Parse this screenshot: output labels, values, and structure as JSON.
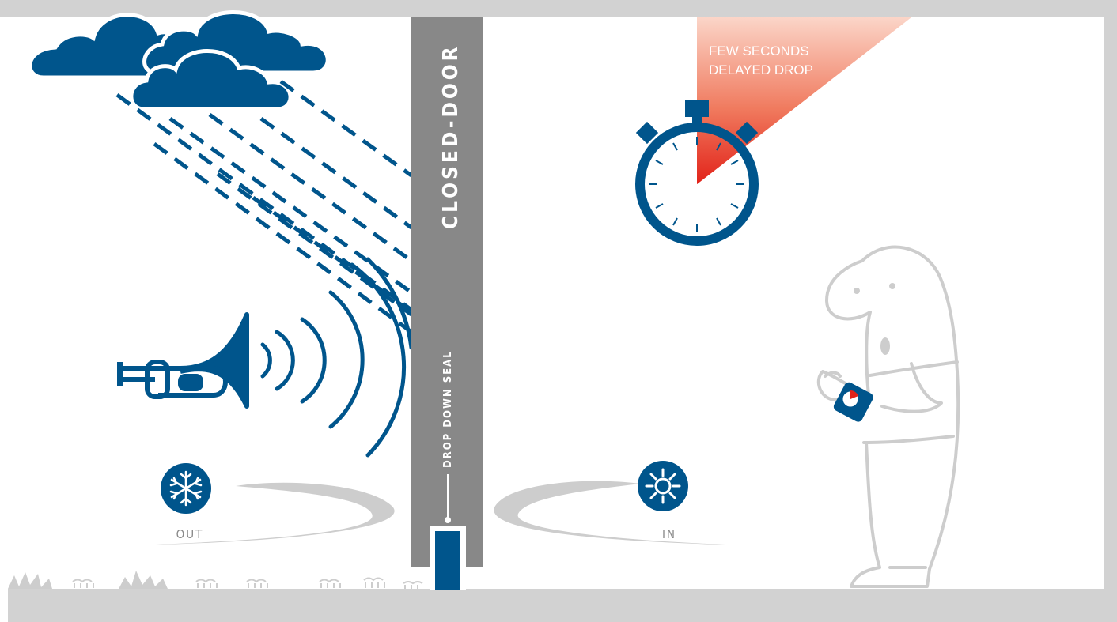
{
  "door": {
    "title": "CLOSED-DOOR",
    "seal_label": "DROP DOWN SEAL"
  },
  "timer": {
    "caption_line1": "FEW SECONDS",
    "caption_line2": "DELAYED DROP"
  },
  "zones": {
    "outside": {
      "label": "OUT",
      "icon": "snowflake-icon"
    },
    "inside": {
      "label": "IN",
      "icon": "sun-icon"
    }
  },
  "colors": {
    "blue": "#00558c",
    "door_gray": "#888888",
    "frame_gray": "#d2d2d2",
    "figure_gray": "#cdcdcd",
    "red": "#e2231a",
    "light_red": "#fbd5c8"
  }
}
